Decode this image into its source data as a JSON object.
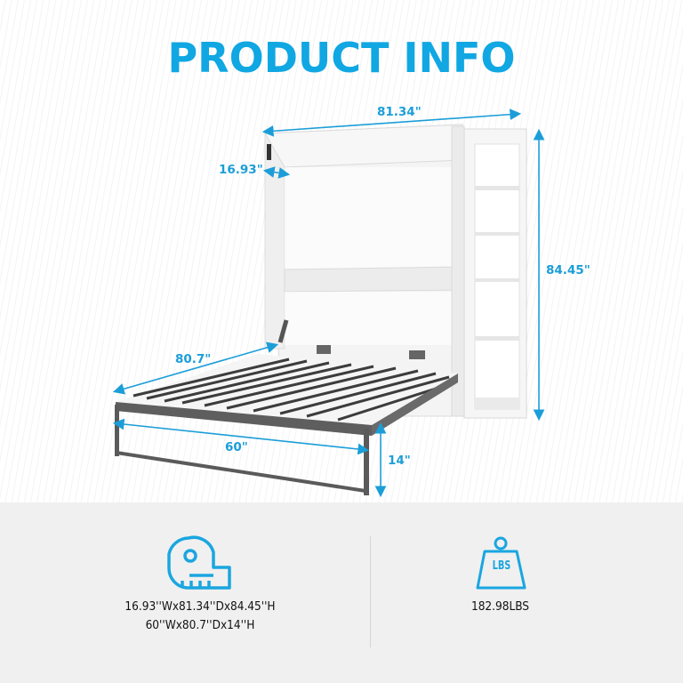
{
  "header": {
    "title": "PRODUCT INFO"
  },
  "diagram": {
    "product": "Murphy wall bed with side bookshelf",
    "dimensions": {
      "cabinet_width": "81.34\"",
      "cabinet_depth": "16.93\"",
      "cabinet_height": "84.45\"",
      "bed_length": "80.7\"",
      "bed_width": "60\"",
      "bed_height": "14\""
    }
  },
  "specs": {
    "size": {
      "icon": "measuring-tape-icon",
      "line1": "16.93''Wx81.34''Dx84.45''H",
      "line2": "60''Wx80.7''Dx14''H"
    },
    "weight": {
      "icon": "weight-lbs-icon",
      "icon_label": "LBS",
      "value": "182.98LBS"
    }
  },
  "colors": {
    "accent": "#10a7e3",
    "frame": "#5a5a5a",
    "panel_bg": "#f0f0f0"
  }
}
